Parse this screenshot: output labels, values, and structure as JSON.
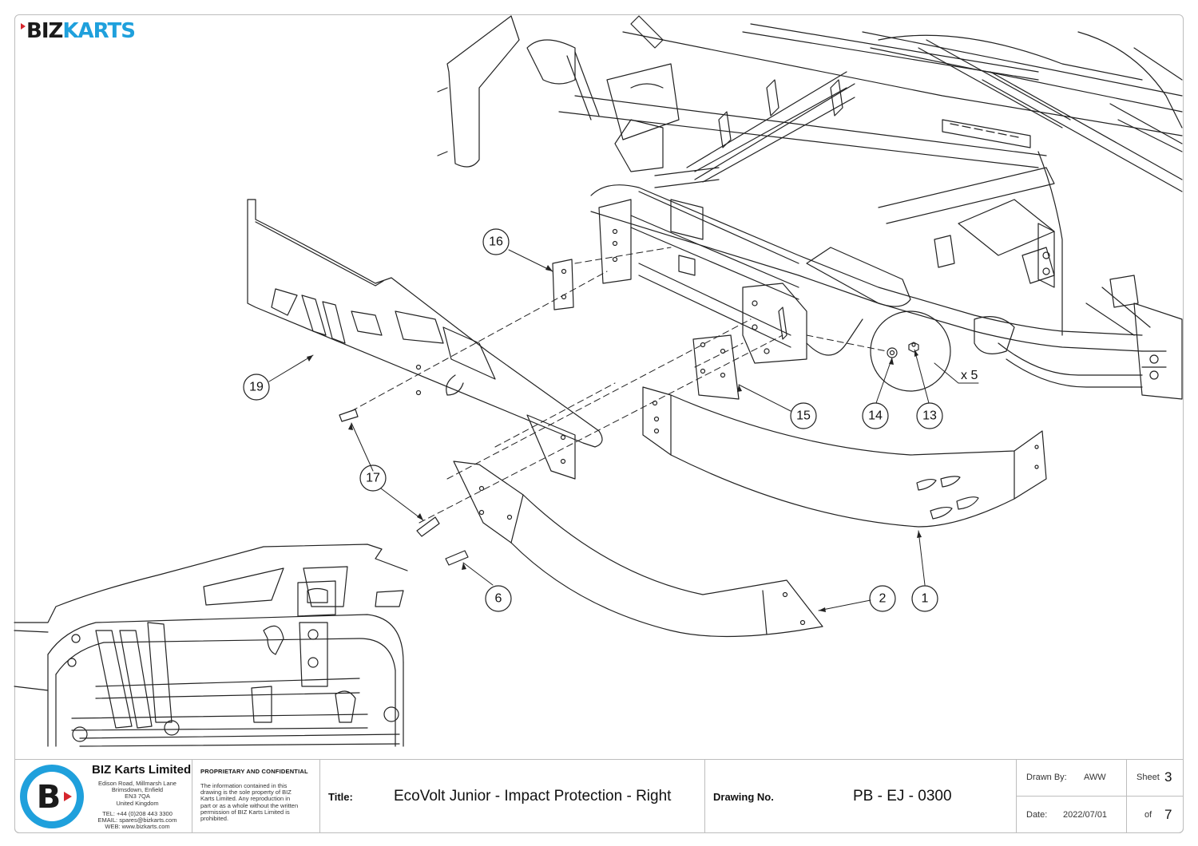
{
  "brand": {
    "logo_biz": "BIZ",
    "logo_karts": "KARTS"
  },
  "callouts": [
    "16",
    "19",
    "17",
    "6",
    "15",
    "14",
    "13",
    "2",
    "1"
  ],
  "quantity_note": "x 5",
  "title_block": {
    "company": "BIZ Karts Limited",
    "address": [
      "Edison Road, Millmarsh Lane",
      "Brimsdown, Enfield",
      "EN3 7QA",
      "United Kingdom"
    ],
    "contact": [
      "TEL: +44 (0)208 443 3300",
      "EMAIL: spares@bizkarts.com",
      "WEB: www.bizkarts.com"
    ],
    "proprietary_heading": "PROPRIETARY AND CONFIDENTIAL",
    "proprietary_text": "The information contained in this drawing is the sole property of BIZ Karts Limited. Any reproduction in part or as a whole without the written permission of BIZ Karts Limited is prohibited.",
    "title_label": "Title:",
    "title": "EcoVolt Junior - Impact Protection - Right",
    "drawing_no_label": "Drawing No.",
    "drawing_no": "PB - EJ - 0300",
    "drawn_by_label": "Drawn By:",
    "drawn_by": "AWW",
    "date_label": "Date:",
    "date": "2022/07/01",
    "sheet_label": "Sheet",
    "sheet": "3",
    "of_label": "of",
    "of": "7"
  },
  "colors": {
    "brand_blue": "#1fa0dc",
    "brand_red": "#d6262d",
    "line": "#222222"
  }
}
